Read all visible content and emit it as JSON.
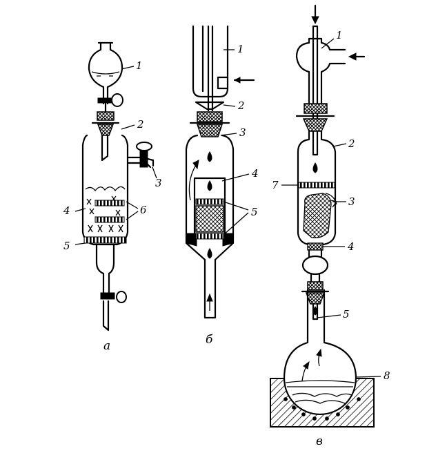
{
  "apparatus": [
    {
      "caption": "а",
      "labels": [
        "1",
        "2",
        "3",
        "4",
        "6",
        "5"
      ]
    },
    {
      "caption": "б",
      "labels": [
        "1",
        "2",
        "3",
        "4",
        "5"
      ]
    },
    {
      "caption": "в",
      "labels": [
        "1",
        "2",
        "7",
        "3",
        "4",
        "5",
        "8"
      ]
    }
  ],
  "colors": {
    "ink": "#000000",
    "paper": "#ffffff"
  }
}
